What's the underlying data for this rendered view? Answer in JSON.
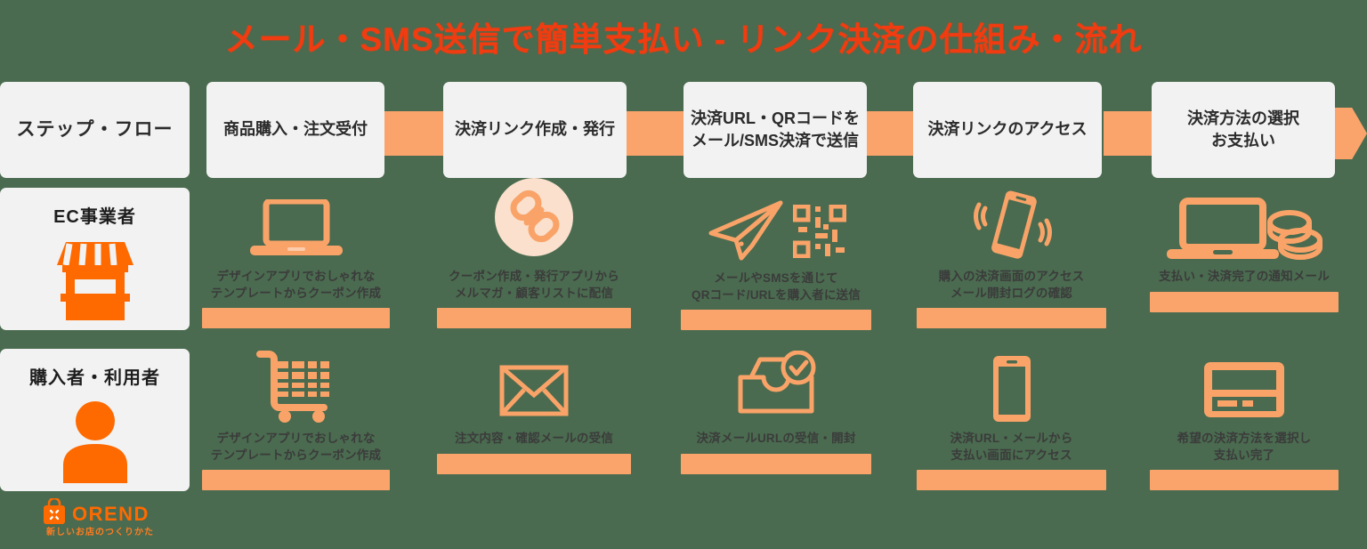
{
  "title": "メール・SMS送信で簡単支払い - リンク決済の仕組み・流れ",
  "colors": {
    "background": "#4a6b4f",
    "title": "#f03c10",
    "card": "#f2f2f2",
    "connector": "#faa46c",
    "icon_orange": "#f9a368",
    "accent_orange": "#ff6a00",
    "caption_text": "#3b3b3b"
  },
  "header_row": {
    "label": "ステップ・フロー",
    "steps": [
      "商品購入・注文受付",
      "決済リンク作成・発行",
      "決済URL・QRコードを\nメール/SMS決済で送信",
      "決済リンクのアクセス",
      "決済方法の選択\nお支払い"
    ]
  },
  "rows": [
    {
      "label": "EC事業者",
      "icon": "storefront-icon",
      "cells": [
        {
          "icon": "laptop-icon",
          "caption": "デザインアプリでおしゃれな\nテンプレートからクーポン作成"
        },
        {
          "icon": "chain-link-icon",
          "caption": "クーポン作成・発行アプリから\nメルマガ・顧客リストに配信"
        },
        {
          "icon": "paper-plane-qr-icon",
          "caption": "メールやSMSを通じて\nQRコード/URLを購入者に送信"
        },
        {
          "icon": "vibrating-phone-icon",
          "caption": "購入の決済画面のアクセス\nメール開封ログの確認"
        },
        {
          "icon": "laptop-coins-icon",
          "caption": "支払い・決済完了の通知メール"
        }
      ]
    },
    {
      "label": "購入者・利用者",
      "icon": "person-icon",
      "cells": [
        {
          "icon": "shopping-cart-icon",
          "caption": "デザインアプリでおしゃれな\nテンプレートからクーポン作成"
        },
        {
          "icon": "envelope-icon",
          "caption": "注文内容・確認メールの受信"
        },
        {
          "icon": "inbox-check-icon",
          "caption": "決済メールURLの受信・開封"
        },
        {
          "icon": "smartphone-icon",
          "caption": "決済URL・メールから\n支払い画面にアクセス"
        },
        {
          "icon": "credit-card-icon",
          "caption": "希望の決済方法を選択し\n支払い完了"
        }
      ]
    }
  ],
  "logo": {
    "name": "OREND",
    "tagline": "新しいお店のつくりかた",
    "icon": "shopping-bag-icon"
  }
}
